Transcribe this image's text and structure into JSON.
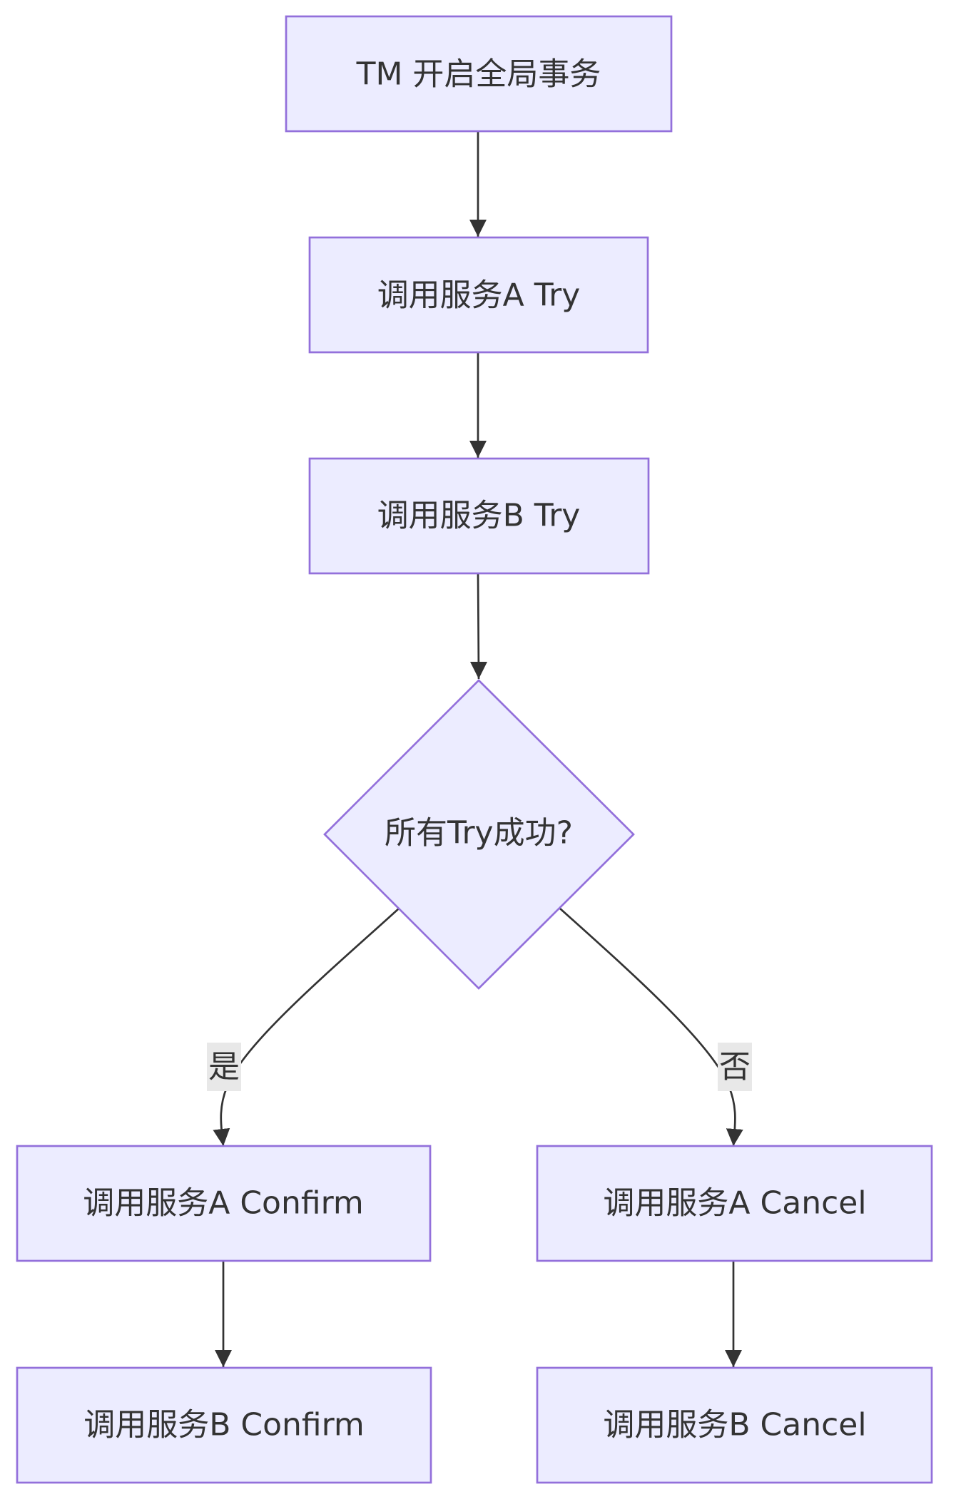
{
  "nodes": {
    "start": "TM 开启全局事务",
    "try_a": "调用服务A Try",
    "try_b": "调用服务B Try",
    "decision": "所有Try成功?",
    "confirm_a": "调用服务A Confirm",
    "confirm_b": "调用服务B Confirm",
    "cancel_a": "调用服务A Cancel",
    "cancel_b": "调用服务B Cancel"
  },
  "edges": {
    "yes_label": "是",
    "no_label": "否"
  },
  "colors": {
    "node_fill": "#ECECFF",
    "node_stroke": "#9370DB",
    "edge": "#333333",
    "label_bg": "#e8e8e8"
  }
}
